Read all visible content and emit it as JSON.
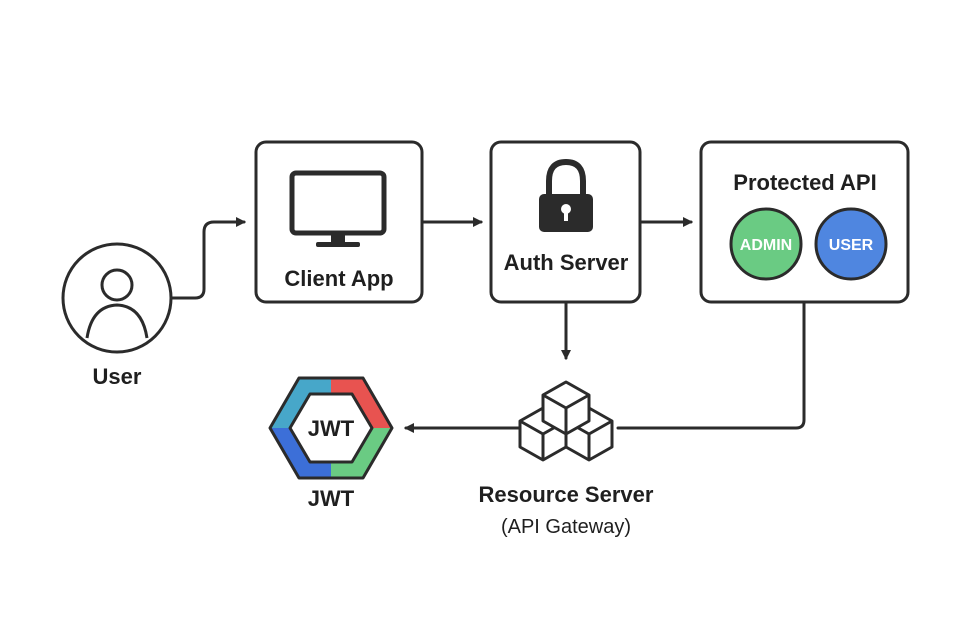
{
  "nodes": {
    "user": {
      "label": "User"
    },
    "client_app": {
      "label": "Client App"
    },
    "auth_server": {
      "label": "Auth Server"
    },
    "protected_api": {
      "title": "Protected API",
      "roles": [
        {
          "label": "ADMIN",
          "color": "#6acb83"
        },
        {
          "label": "USER",
          "color": "#4f86e0"
        }
      ]
    },
    "resource_server": {
      "label": "Resource Server",
      "sublabel": "(API Gateway)"
    },
    "jwt": {
      "badge_text": "JWT",
      "label": "JWT",
      "colors": {
        "top_left": "#47a7c9",
        "top_right": "#e85350",
        "bottom_left": "#3c6fd8",
        "bottom_right": "#6acb83"
      }
    }
  },
  "edges": [
    {
      "from": "User",
      "to": "Client App"
    },
    {
      "from": "Client App",
      "to": "Auth Server"
    },
    {
      "from": "Auth Server",
      "to": "Protected API"
    },
    {
      "from": "Auth Server",
      "to": "Resource Server"
    },
    {
      "from": "Protected API",
      "to": "Resource Server"
    },
    {
      "from": "Resource Server",
      "to": "JWT"
    }
  ],
  "icons": [
    "user-icon",
    "monitor-icon",
    "lock-icon",
    "cubes-icon",
    "jwt-hexagon-icon"
  ],
  "colors": {
    "stroke": "#2b2b2b",
    "text": "#1f1f1f"
  }
}
